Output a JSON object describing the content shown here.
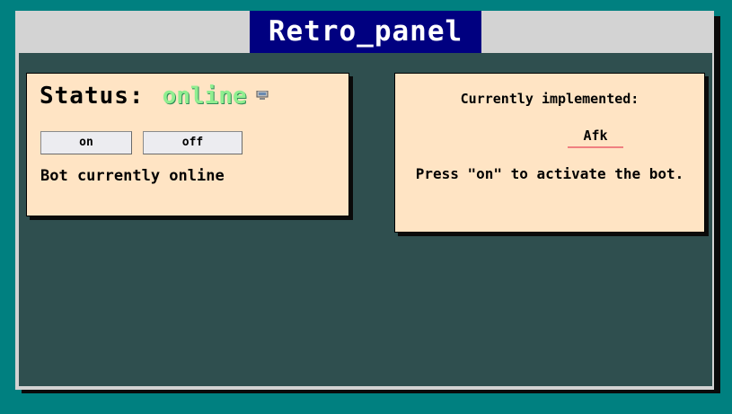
{
  "window": {
    "title": "Retro_panel"
  },
  "status_panel": {
    "label": "Status:",
    "value": "online",
    "monitor_icon": "monitor-icon",
    "on_button_label": "on",
    "off_button_label": "off",
    "message": "Bot currently online"
  },
  "info_panel": {
    "heading": "Currently implemented:",
    "features": [
      "Afk"
    ],
    "hint": "Press \"on\" to activate the bot."
  },
  "colors": {
    "desktop": "#008080",
    "title_bar": "#000080",
    "content_bg": "#2f4f4f",
    "panel_bg": "#ffe4c4",
    "online_text": "#90ee90",
    "feature_underline": "#f08080"
  }
}
